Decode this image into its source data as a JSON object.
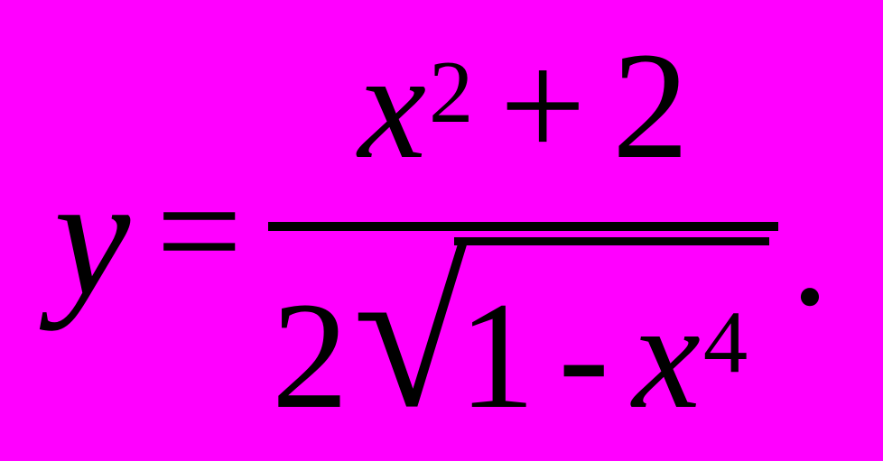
{
  "colors": {
    "background": "#ff00ff",
    "ink": "#000000"
  },
  "formula": {
    "lhs": "y",
    "relation": "=",
    "numerator": {
      "base": "x",
      "exponent": "2",
      "operator": "+",
      "term": "2"
    },
    "denominator": {
      "coefficient": "2",
      "radical_symbol": "√",
      "radicand": {
        "first_term": "1",
        "operator": "-",
        "base": "x",
        "exponent": "4"
      }
    },
    "terminator": "."
  }
}
